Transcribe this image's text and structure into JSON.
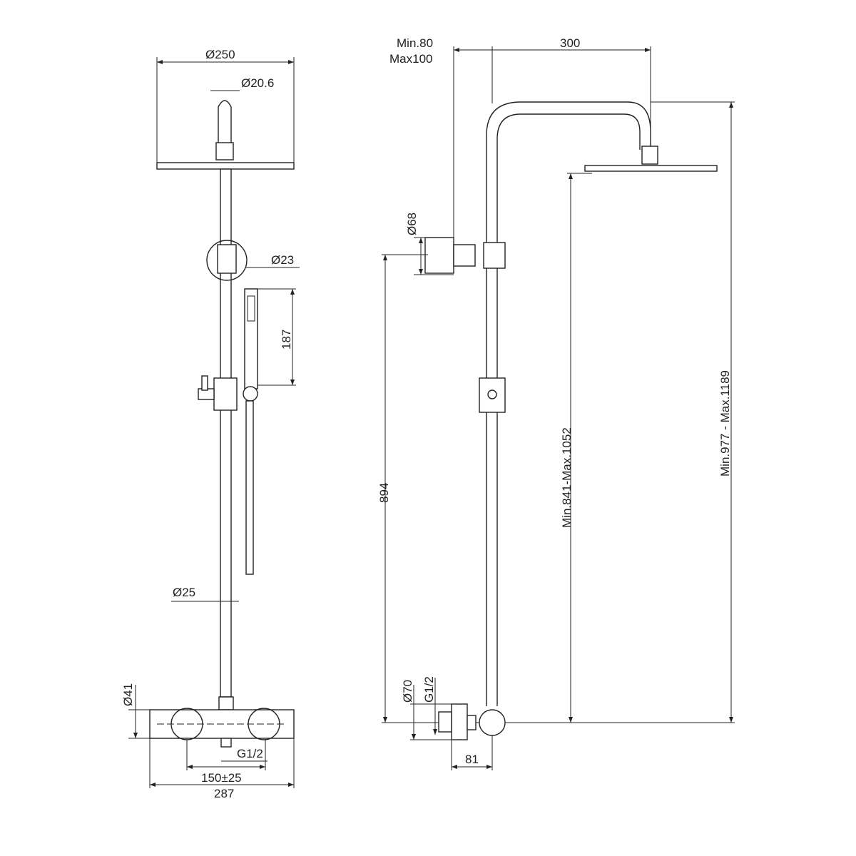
{
  "front_view": {
    "head_diameter": "Ø250",
    "arm_diameter": "Ø20.6",
    "hand_shower_diameter": "Ø23",
    "hand_shower_length": "187",
    "riser_diameter": "Ø25",
    "valve_diameter": "Ø41",
    "outlet_thread": "G1/2",
    "centers": "150±25",
    "valve_width": "287"
  },
  "side_view": {
    "min_offset": "Min.80",
    "max_offset": "Max100",
    "arm_length": "300",
    "bracket_diameter": "Ø68",
    "bracket_height": "894",
    "head_height": "Min.841-Max.1052",
    "overall_height": "Min.977 - Max.1189",
    "valve_diameter": "Ø70",
    "inlet_thread": "G1/2",
    "valve_depth": "81"
  }
}
